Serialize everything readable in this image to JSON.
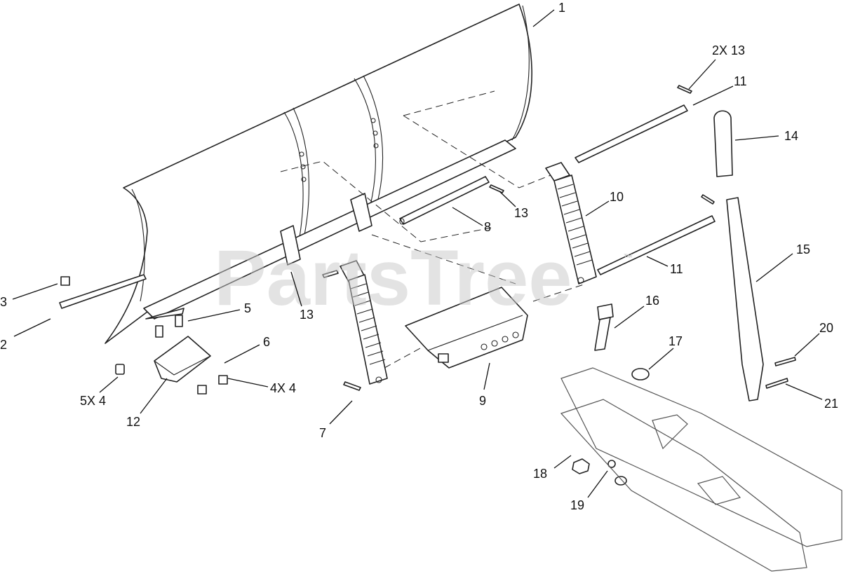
{
  "watermark": {
    "text": "PartsTree",
    "trademark": "™"
  },
  "callouts": [
    {
      "id": "c1",
      "text": "1"
    },
    {
      "id": "c2x13",
      "text": "2X 13"
    },
    {
      "id": "c11a",
      "text": "11"
    },
    {
      "id": "c14",
      "text": "14"
    },
    {
      "id": "c10",
      "text": "10"
    },
    {
      "id": "c13a",
      "text": "13"
    },
    {
      "id": "c8",
      "text": "8"
    },
    {
      "id": "c11b",
      "text": "11"
    },
    {
      "id": "c15",
      "text": "15"
    },
    {
      "id": "c3",
      "text": "3"
    },
    {
      "id": "c5",
      "text": "5"
    },
    {
      "id": "c13b",
      "text": "13"
    },
    {
      "id": "c16",
      "text": "16"
    },
    {
      "id": "c2",
      "text": "2"
    },
    {
      "id": "c6",
      "text": "6"
    },
    {
      "id": "c17",
      "text": "17"
    },
    {
      "id": "c20",
      "text": "20"
    },
    {
      "id": "c5x4",
      "text": "5X 4"
    },
    {
      "id": "c4x4",
      "text": "4X 4"
    },
    {
      "id": "c9",
      "text": "9"
    },
    {
      "id": "c21",
      "text": "21"
    },
    {
      "id": "c12",
      "text": "12"
    },
    {
      "id": "c7",
      "text": "7"
    },
    {
      "id": "c18",
      "text": "18"
    },
    {
      "id": "c19",
      "text": "19"
    }
  ]
}
